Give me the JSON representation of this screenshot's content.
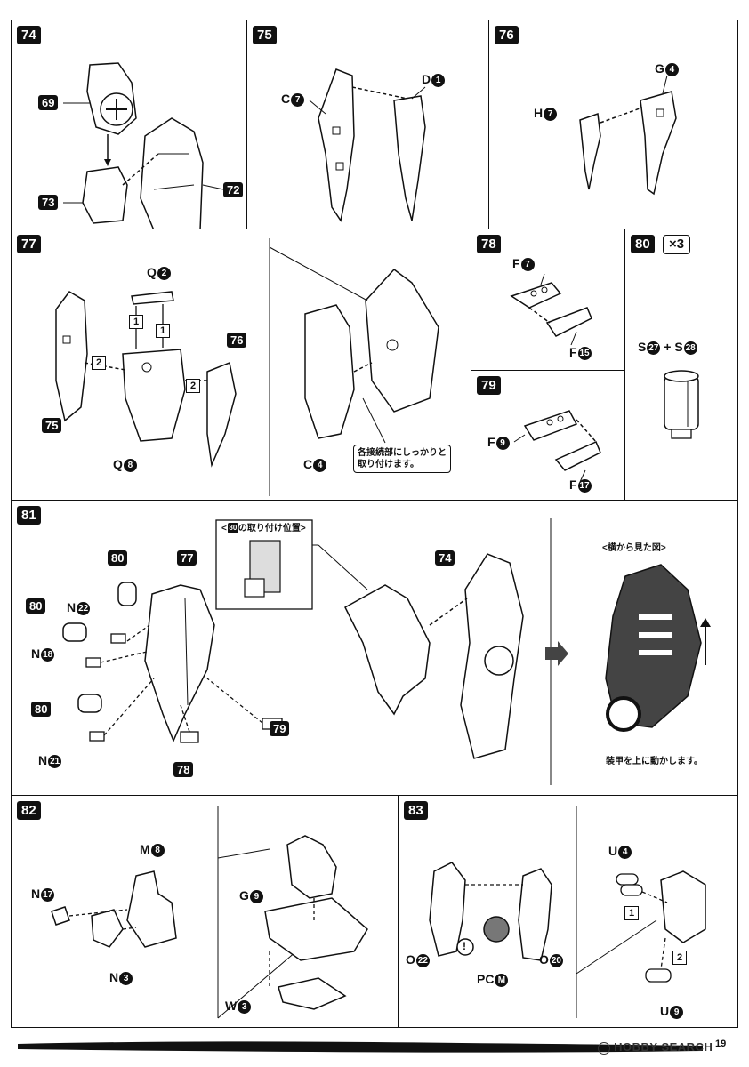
{
  "steps": {
    "s74": {
      "num": "74",
      "labels": {
        "a": "69",
        "b": "73",
        "c": "72"
      }
    },
    "s75": {
      "num": "75",
      "labels": {
        "a_letter": "C",
        "a_num": "7",
        "b_letter": "D",
        "b_num": "1"
      }
    },
    "s76": {
      "num": "76",
      "labels": {
        "a_letter": "G",
        "a_num": "4",
        "b_letter": "H",
        "b_num": "7"
      }
    },
    "s77": {
      "num": "77",
      "labels": {
        "q2_letter": "Q",
        "q2_num": "2",
        "q8_letter": "Q",
        "q8_num": "8",
        "ref75": "75",
        "ref76": "76",
        "c4_letter": "C",
        "c4_num": "4",
        "order1a": "1",
        "order1b": "1",
        "order2a": "2",
        "order2b": "2"
      },
      "note_line1": "各接続部にしっかりと",
      "note_line2": "取り付けます。"
    },
    "s78": {
      "num": "78",
      "labels": {
        "f7_letter": "F",
        "f7_num": "7",
        "f15_letter": "F",
        "f15_num": "15"
      }
    },
    "s79": {
      "num": "79",
      "labels": {
        "f9_letter": "F",
        "f9_num": "9",
        "f17_letter": "F",
        "f17_num": "17"
      }
    },
    "s80": {
      "num": "80",
      "multiplier": "×3",
      "labels": {
        "s27_letter": "S",
        "s27_num": "27",
        "plus": "+",
        "s28_letter": "S",
        "s28_num": "28"
      }
    },
    "s81": {
      "num": "81",
      "inset_title_pre": "<",
      "inset_title_ref": "80",
      "inset_title_post": "の取り付け位置>",
      "side_view_title": "<横から見た図>",
      "side_view_caption": "装甲を上に動かします。",
      "labels": {
        "ref80a": "80",
        "ref80b": "80",
        "ref80c": "80",
        "ref77": "77",
        "ref79": "79",
        "ref78": "78",
        "ref74": "74",
        "n22_letter": "N",
        "n22_num": "22",
        "n18_letter": "N",
        "n18_num": "18",
        "n21_letter": "N",
        "n21_num": "21"
      }
    },
    "s82": {
      "num": "82",
      "labels": {
        "m8_letter": "M",
        "m8_num": "8",
        "n17_letter": "N",
        "n17_num": "17",
        "n3_letter": "N",
        "n3_num": "3",
        "g9_letter": "G",
        "g9_num": "9",
        "w3_letter": "W",
        "w3_num": "3"
      }
    },
    "s83": {
      "num": "83",
      "labels": {
        "o22_letter": "O",
        "o22_num": "22",
        "pc_letter": "PC",
        "pc_num": "M",
        "o20_letter": "O",
        "o20_num": "20",
        "u4_letter": "U",
        "u4_num": "4",
        "u9_letter": "U",
        "u9_num": "9",
        "order1": "1",
        "order2": "2",
        "caution": "!"
      }
    }
  },
  "footer": {
    "page_number": "19",
    "watermark": "HOBBY SEARCH"
  }
}
